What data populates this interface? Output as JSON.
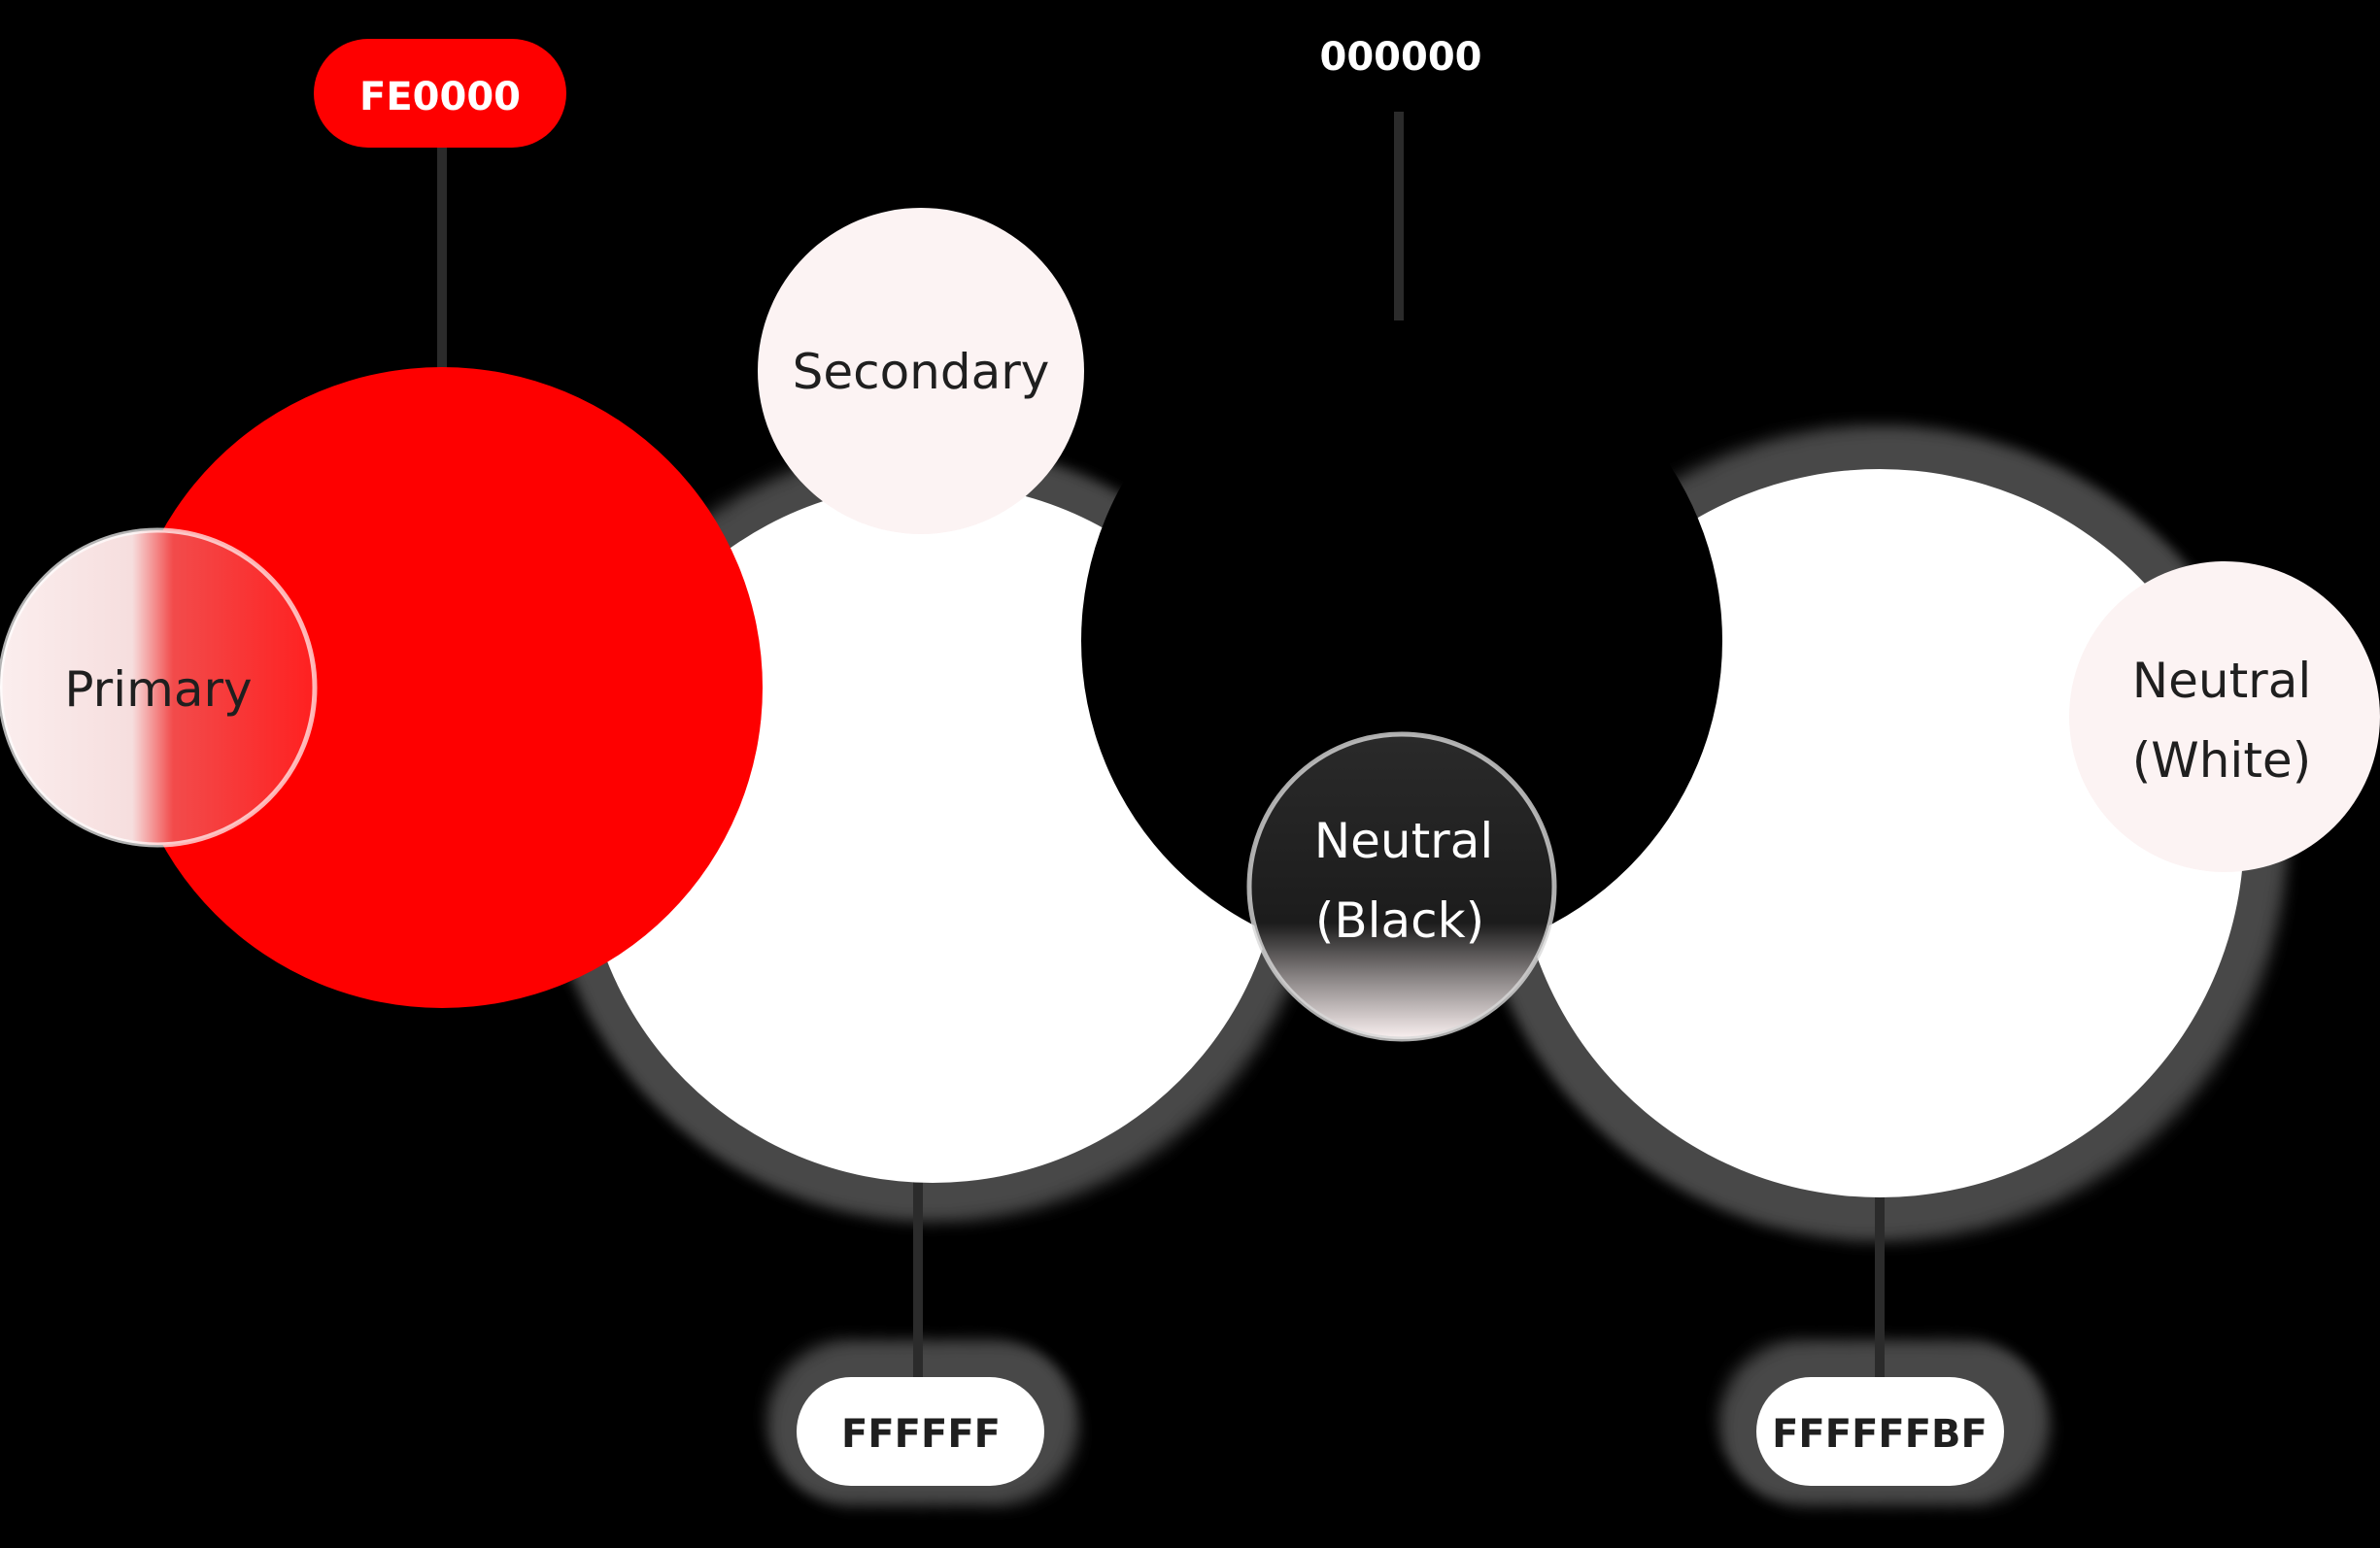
{
  "colors": {
    "background": "#000000",
    "primary": "#FE0000",
    "secondary": "#FFFFFF",
    "neutral_black": "#000000",
    "neutral_white": "#FFFFFF",
    "chip_light": "#FCF3F3",
    "chip_dark": "#1A1A1A",
    "text_dark": "#1F1F1F",
    "text_light": "#FFFFFF"
  },
  "labels": {
    "primary": "Primary",
    "secondary": "Secondary",
    "neutral_black_line1": "Neutral",
    "neutral_black_line2": "(Black)",
    "neutral_white_line1": "Neutral",
    "neutral_white_line2": "(White)"
  },
  "codes": {
    "primary": "FE0000",
    "neutral_black": "000000",
    "secondary": "FFFFFF",
    "neutral_white": "FFFFFFBF"
  }
}
